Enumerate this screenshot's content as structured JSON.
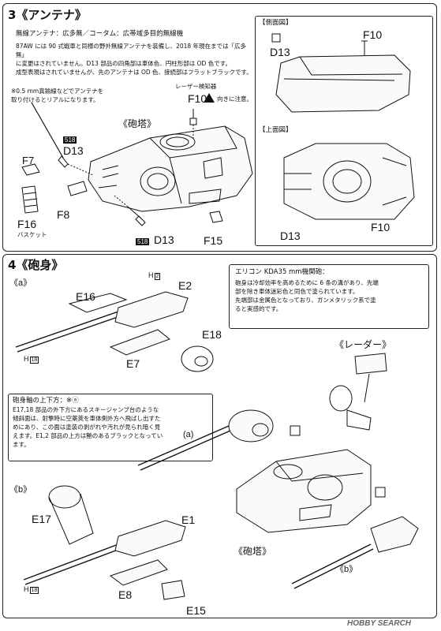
{
  "step3": {
    "title": "3《アンテナ》",
    "note_title": "無線アンテナ：広多無／コータム：広帯域多目的無線機",
    "note_lines": [
      "87AW には 90 式戦車と同様の野外無線アンテナを装備し、2018 年現在までは「広多無」",
      "に変更はされていません。D13 部品の四角部は車体色、円柱形部は OD 色です。",
      "成型表現はされていませんが、先のアンテナは OD 色、接続部はフラットブラックです。"
    ],
    "antenna_tip": [
      "※0.5 mm真鍮線などでアンテナを",
      "取り付けるとリアルになります。"
    ],
    "laser_label": "レーザー検知器",
    "caution_text": "向きに注意。",
    "turret_label": "《砲塔》",
    "side_view_label": "【側面図】",
    "top_view_label": "【上面図】",
    "parts": {
      "f10": "F10",
      "d13": "D13",
      "tag518": "518",
      "f7": "F7",
      "f8": "F8",
      "f16": "F16",
      "f16_sub": "バスケット",
      "f15": "F15"
    }
  },
  "step4": {
    "title": "4《砲身》",
    "a_label": "《a》",
    "b_label": "《b》",
    "a_call": "(a)",
    "b_call": "《b》",
    "radar_label": "《レーダー》",
    "turret_label": "《砲塔》",
    "oerlikon_title": "エリコン KDA35 mm機関砲：",
    "oerlikon_lines": [
      "砲身は冷却効率を高めるために 6 条の溝があり、先端",
      "部を除き車体迷彩色と同色で塗られています。",
      "先端部は金属色となっており、ガンメタリック系で塗",
      "ると実感的です。"
    ],
    "elev_title": "砲身軸の上下方：※ⓐ",
    "elev_lines": [
      "E17,18 部品の外下方にあるスキージャンプ台のような",
      "傾斜面は、射撃時に空薬莢を車体側外方へ飛ばし出すた",
      "めにあり、この面は塗装の剥がれや汚れが見られ暗く見",
      "えます。E1,2 部品の上方は艶のあるブラックとなってい",
      "ます。"
    ],
    "parts": {
      "e16": "E16",
      "h2": "2",
      "h18a": "18",
      "e2": "E2",
      "e18": "E18",
      "e7": "E7",
      "e17": "E17",
      "e1": "E1",
      "h18b": "18",
      "e8": "E8",
      "e15": "E15",
      "h_letter": "H"
    }
  },
  "watermark": "HOBBY SEARCH"
}
